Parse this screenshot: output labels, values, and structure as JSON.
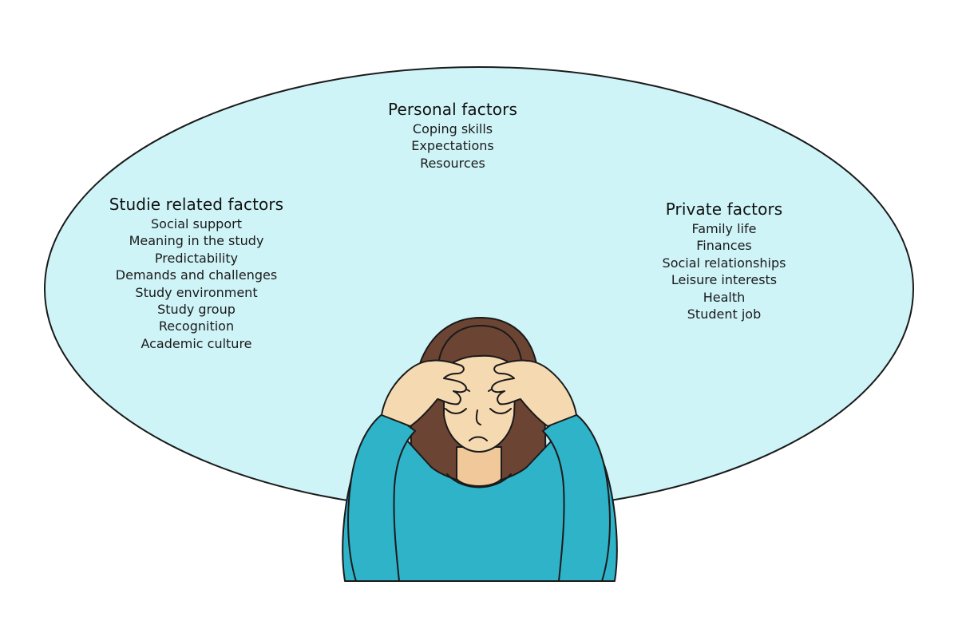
{
  "colors": {
    "ellipse_fill": "#cff4f8",
    "outline": "#1a1a1a",
    "hair": "#6b4434",
    "skin": "#f5d9b0",
    "sweater": "#2fb3c9",
    "text": "#111111"
  },
  "illustration": {
    "subject": "stressed-woman-holding-head-icon"
  },
  "groups": {
    "personal": {
      "heading": "Personal factors",
      "items": [
        "Coping skills",
        "Expectations",
        "Resources"
      ]
    },
    "study": {
      "heading": "Studie related factors",
      "items": [
        "Social support",
        "Meaning in the study",
        "Predictability",
        "Demands and challenges",
        "Study environment",
        "Study group",
        "Recognition",
        "Academic culture"
      ]
    },
    "private": {
      "heading": "Private factors",
      "items": [
        "Family life",
        "Finances",
        "Social relationships",
        "Leisure interests",
        "Health",
        "Student job"
      ]
    }
  }
}
